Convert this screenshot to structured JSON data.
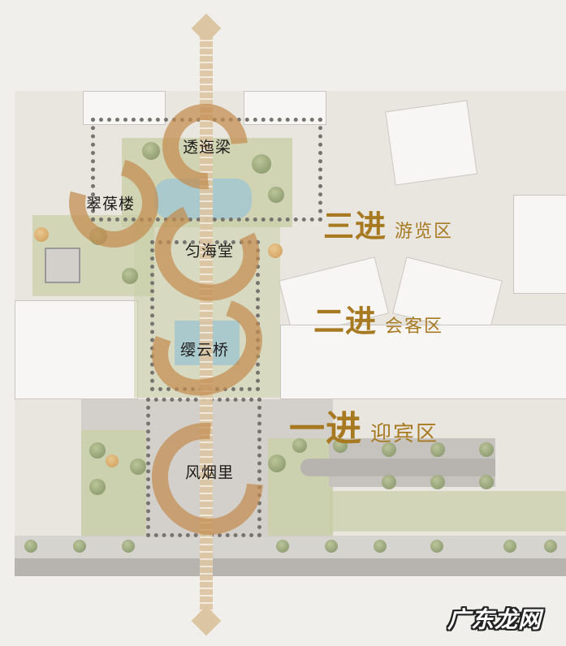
{
  "plan": {
    "background_color": "#f1efeb",
    "accent_color": "#a77a22",
    "ring_color": "#c48c50",
    "axis_color": "#dcc5a2"
  },
  "zones": [
    {
      "id": "third",
      "big": "三进",
      "small": "游览区"
    },
    {
      "id": "second",
      "big": "二进",
      "small": "会客区"
    },
    {
      "id": "first",
      "big": "一进",
      "small": "迎宾区"
    }
  ],
  "nodes": [
    {
      "id": "toutuoliang",
      "label": "透迤梁"
    },
    {
      "id": "cuibaolou",
      "label": "翠葆楼"
    },
    {
      "id": "yunhaitang",
      "label": "匀海堂"
    },
    {
      "id": "yingyunqiao",
      "label": "缨云桥"
    },
    {
      "id": "fengyanli",
      "label": "风烟里"
    }
  ],
  "watermark": {
    "text": "广东龙网"
  }
}
